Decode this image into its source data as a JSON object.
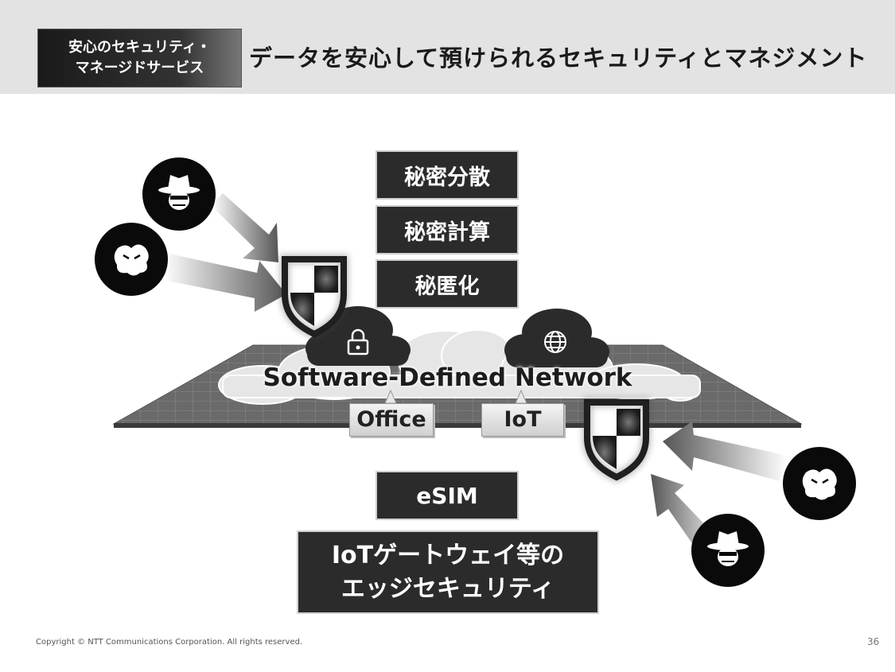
{
  "header": {
    "badge_line1": "安心のセキュリティ・",
    "badge_line2": "マネージドサービス",
    "title": "データを安心して預けられるセキュリティとマネジメント"
  },
  "features": {
    "secret_sharing": "秘密分散",
    "secret_computation": "秘密計算",
    "concealment": "秘匿化",
    "esim": "eSIM",
    "edge_line1": "IoTゲートウェイ等の",
    "edge_line2": "エッジセキュリティ"
  },
  "network": {
    "label": "Software-Defined Network",
    "office_label": "Office",
    "iot_label": "IoT"
  },
  "icons": [
    "hacker-icon",
    "virus-icon",
    "shield-icon",
    "lock-icon",
    "globe-icon",
    "cloud-icon"
  ],
  "colors": {
    "dark": "#2b2b2b",
    "header_bg": "#e3e3e3",
    "platform": "#6a6a6a"
  },
  "footer": {
    "copyright": "Copyright © NTT Communications Corporation. All rights reserved.",
    "page_number": "36"
  }
}
